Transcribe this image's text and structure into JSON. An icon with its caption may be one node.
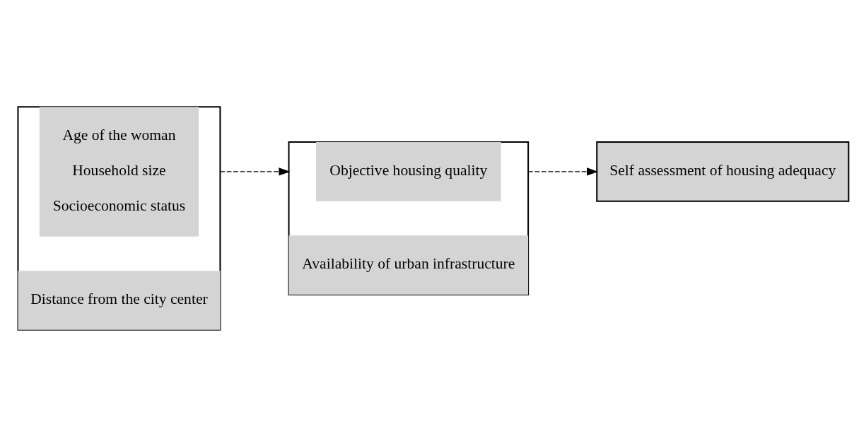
{
  "diagram": {
    "nodes": [
      {
        "text": [],
        "shape": "box"
      },
      {
        "text": [
          "Age of the woman",
          "Household size",
          "Socioeconomic status"
        ],
        "in": 0
      },
      {
        "text": [
          "Distance from the city center"
        ],
        "in": 0
      },
      {
        "text": [],
        "shape": "box"
      },
      {
        "text": [
          "Objective housing quality"
        ],
        "in": 3
      },
      {
        "text": [
          "Availability of urban infrastructure"
        ],
        "in": 3
      },
      {
        "text": [
          "Self assessment of housing adequacy"
        ]
      }
    ],
    "edges": [
      {
        "from": 0,
        "to": 3,
        "arrow": "to",
        "style": "dashed"
      },
      {
        "from": 3,
        "to": 6,
        "arrow": "to",
        "style": "dashed"
      }
    ]
  }
}
